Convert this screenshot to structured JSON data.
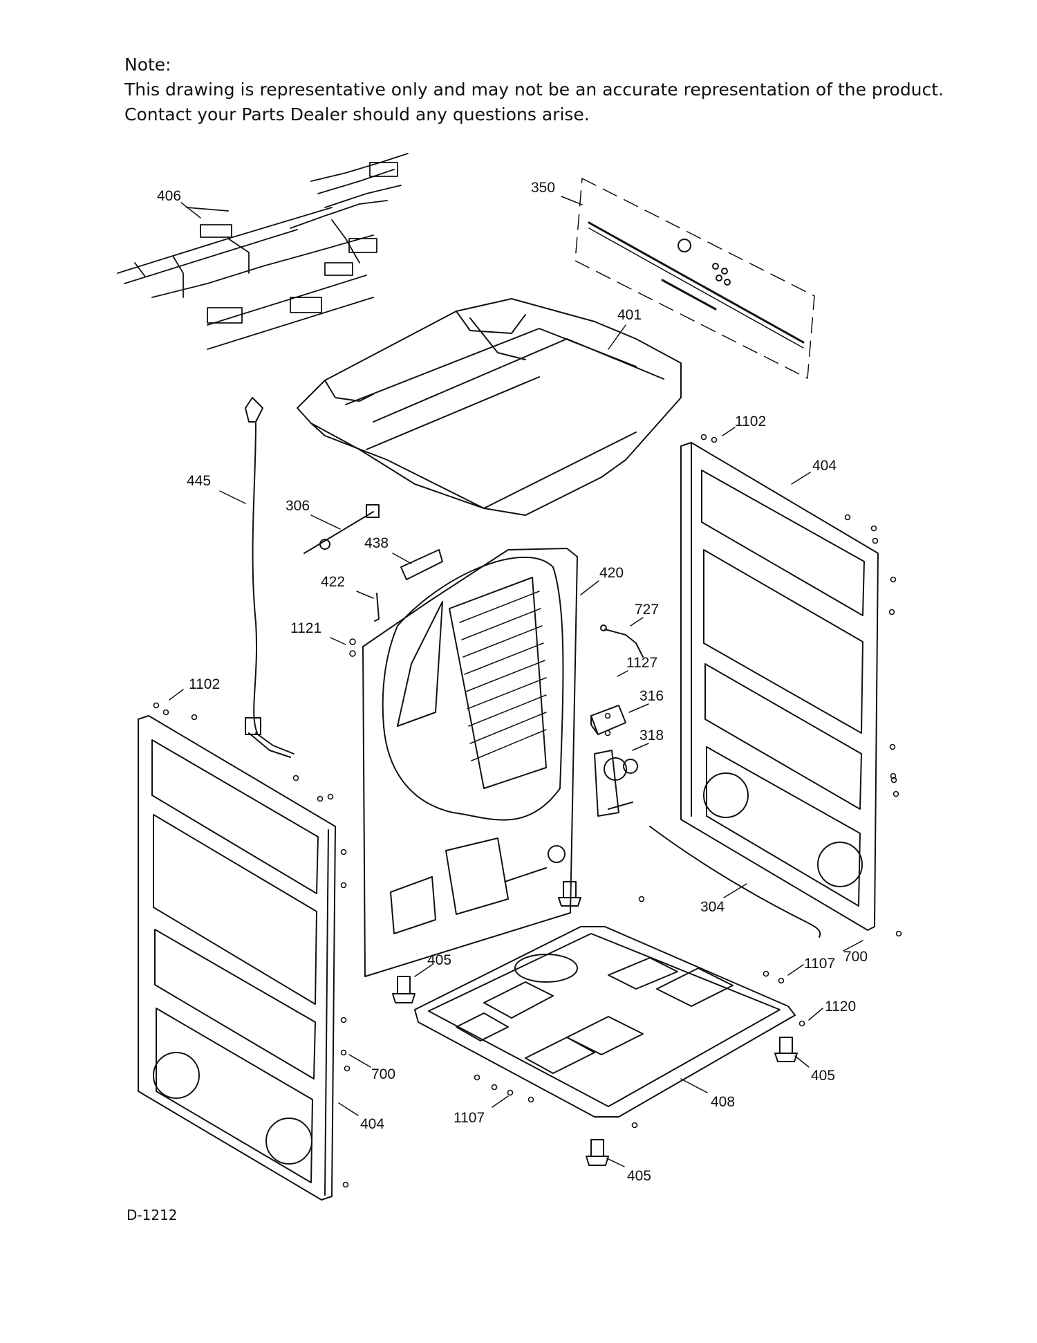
{
  "note": {
    "heading": "Note:",
    "line1": "This drawing is representative only and may not be an accurate representation of the product.",
    "line2": "Contact your Parts Dealer should any questions arise."
  },
  "diagram_id": "D-1212",
  "callouts": {
    "c406": "406",
    "c350": "350",
    "c401": "401",
    "c445": "445",
    "c306": "306",
    "c438": "438",
    "c420": "420",
    "c422": "422",
    "c727": "727",
    "c1121": "1121",
    "c1127": "1127",
    "c316": "316",
    "c318": "318",
    "c1102_right": "1102",
    "c404_right": "404",
    "c1102_left": "1102",
    "c304": "304",
    "c700_right": "700",
    "c405_center": "405",
    "c1107_right": "1107",
    "c1120": "1120",
    "c405_right": "405",
    "c700_left": "700",
    "c408": "408",
    "c404_left": "404",
    "c1107_left": "1107",
    "c405_bottom": "405"
  }
}
